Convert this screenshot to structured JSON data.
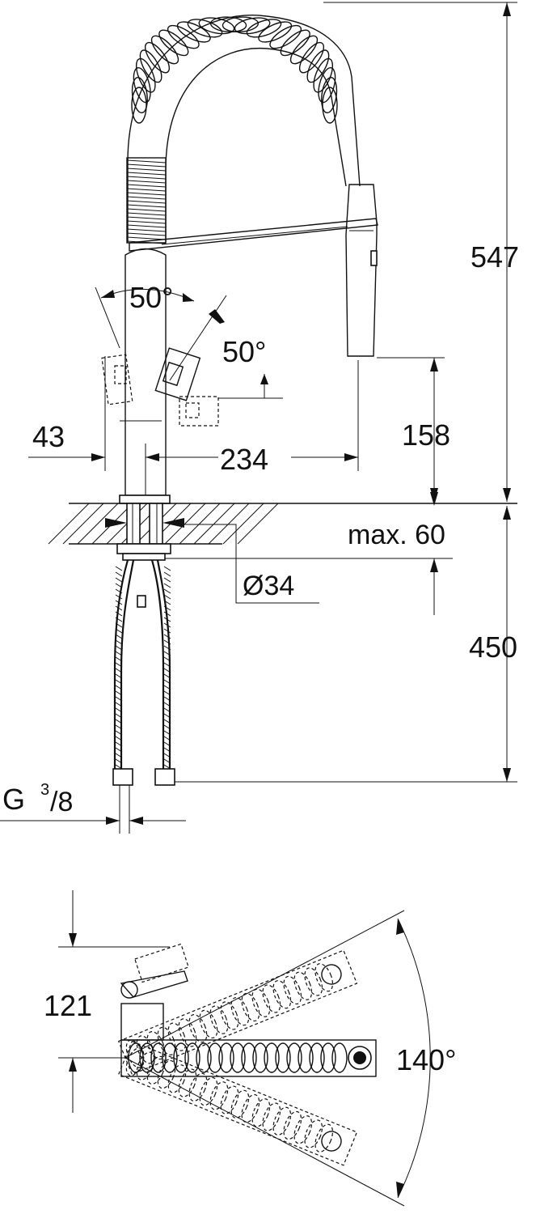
{
  "dimensions": {
    "height_total": "547",
    "spout_angle": "50°",
    "lever_angle": "50°",
    "clearance": "158",
    "offset_left": "43",
    "reach": "234",
    "max_deck": "max. 60",
    "hole_diameter": "Ø34",
    "hose_length": "450",
    "connection_g": "G",
    "connection_num": "3",
    "connection_den": "/8",
    "depth": "121",
    "swivel": "140°"
  },
  "colors": {
    "line": "#111111",
    "background": "#ffffff"
  }
}
